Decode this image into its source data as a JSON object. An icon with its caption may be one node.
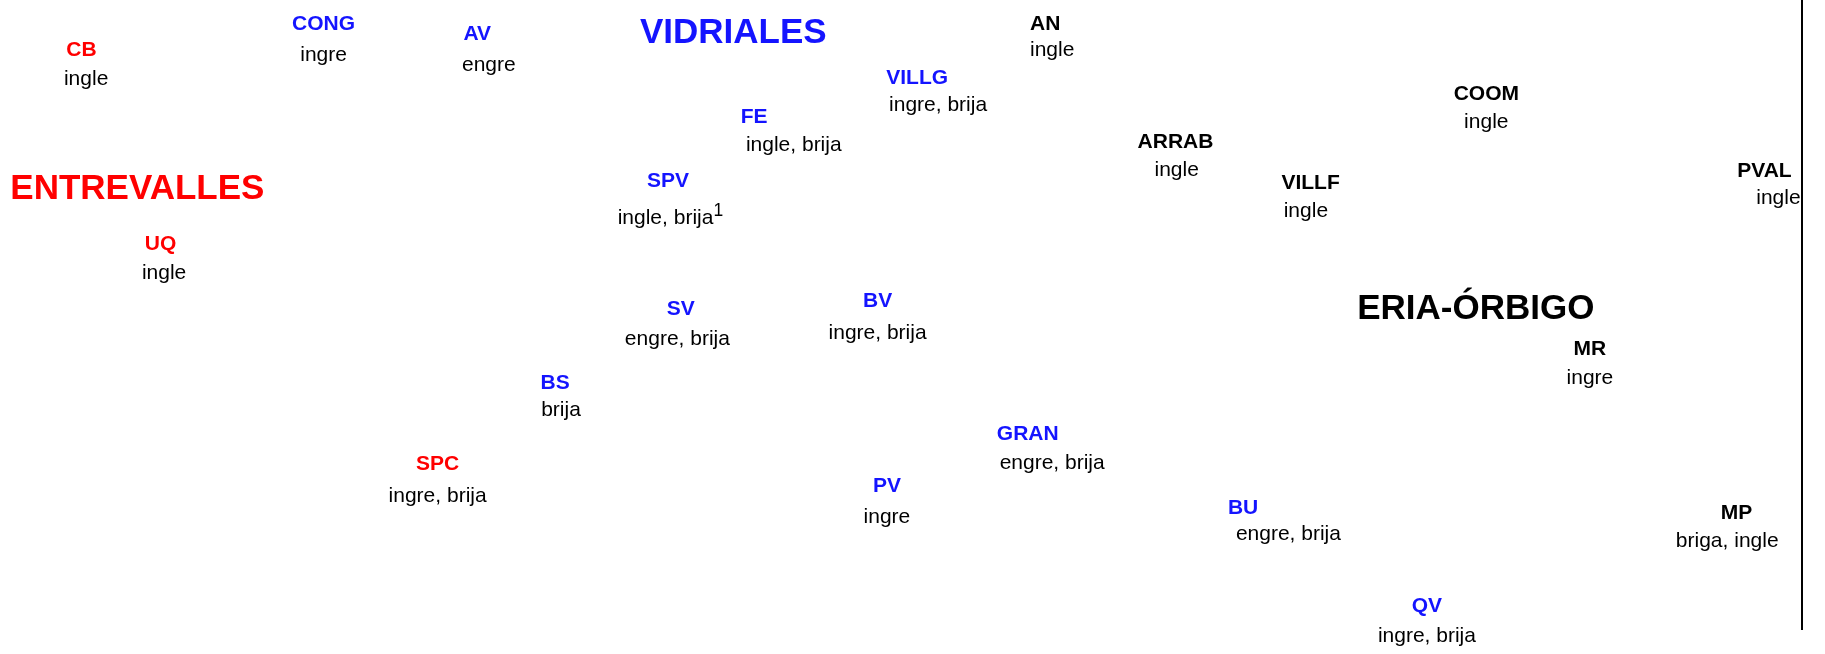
{
  "diagram": {
    "labels": [
      "CB",
      "ingle",
      "CONG",
      "ingre",
      "AV",
      "engre",
      "VIDRIALES",
      "AN",
      "ingle",
      "VILLG",
      "ingre, brija",
      "COOM",
      "ingle",
      "FE",
      "ingle, brija",
      "ARRAB",
      "ingle",
      "ENTREVALLES",
      "SPV",
      "ingle, brija$^{1}$",
      "VILLF",
      "ingle",
      "PVAL",
      "ingle",
      "UQ",
      "ingle",
      "BV",
      "ingre, brija",
      "SV",
      "engre, brija",
      "ERIA-ÓRBIGO",
      "MR",
      "ingre",
      "BS",
      "brija",
      "GRAN",
      "engre, brija",
      "SPC",
      "ingre, brija",
      "PV",
      "ingre",
      "BU",
      "engre, brija",
      "MP",
      "briga, ingle",
      "QV",
      "ingre, brija"
    ]
  }
}
